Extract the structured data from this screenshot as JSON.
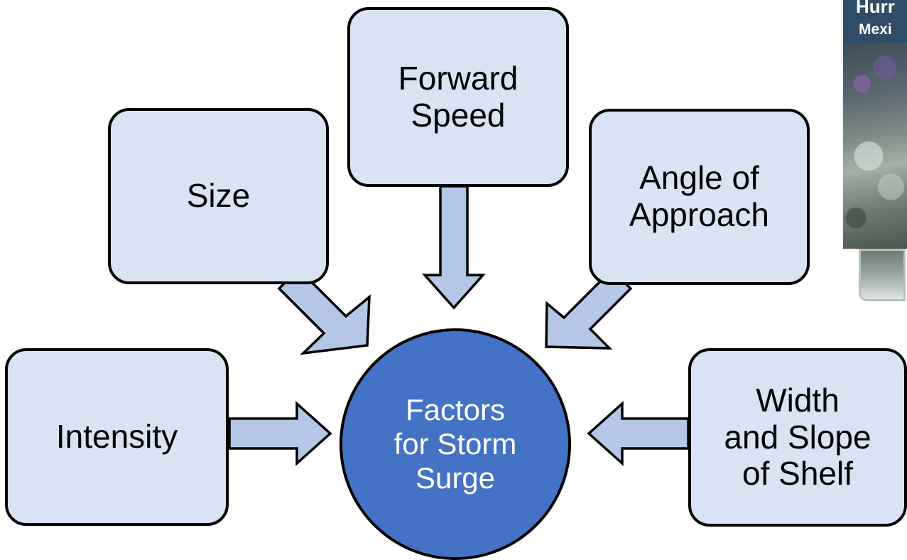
{
  "diagram": {
    "center": "Factors\nfor Storm\nSurge",
    "factors": {
      "intensity": "Intensity",
      "size": "Size",
      "forward_speed": "Forward\nSpeed",
      "angle_of_approach": "Angle of\nApproach",
      "width_and_slope": "Width\nand Slope\nof Shelf"
    }
  },
  "photo": {
    "title": "Hurr",
    "subtitle": "Mexi"
  },
  "colors": {
    "box_fill": "#dae3f3",
    "arrow_fill": "#b4c7e7",
    "center_fill": "#4472c4",
    "center_text": "#ffffff",
    "outline": "#000000"
  }
}
